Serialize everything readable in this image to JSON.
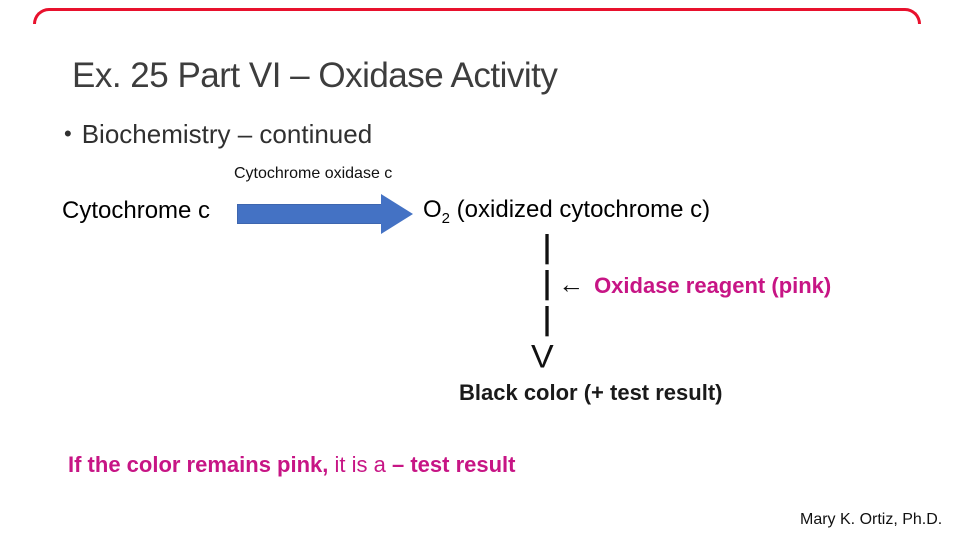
{
  "slide": {
    "title": "Ex. 25 Part VI – Oxidase Activity",
    "bullet": {
      "marker": "•",
      "label": "Biochemistry – continued"
    },
    "diagram": {
      "enzyme_label": "Cytochrome oxidase c",
      "substrate": "Cytochrome c",
      "arrow_icon": "right-block-arrow",
      "product_prefix": "O",
      "product_subscript": "2",
      "product_suffix": " (oxidized cytochrome c)",
      "pipe": "|",
      "left_arrow": "←",
      "reagent_label": "Oxidase reagent (pink)",
      "down_arrow": "V",
      "result_positive": "Black color (+ test result)"
    },
    "footer_note": {
      "part1": "If the color remains pink, ",
      "part2": "it is a ",
      "part3": "– test result"
    },
    "credit": "Mary K. Ortiz, Ph.D.",
    "colors": {
      "border_red": "#E8112D",
      "arrow_blue": "#4472C4",
      "accent_pink": "#C71585",
      "title_gray": "#3D3D3D"
    }
  }
}
